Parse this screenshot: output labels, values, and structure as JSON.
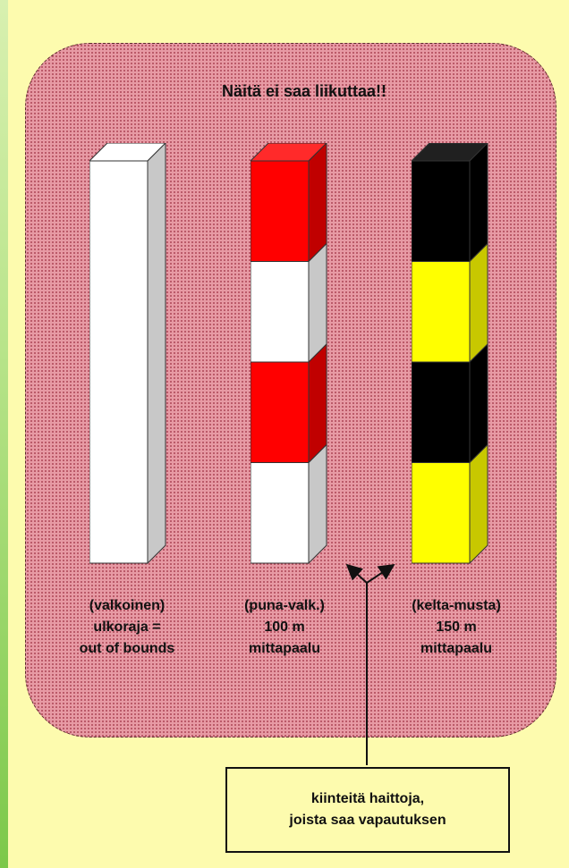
{
  "title": "Näitä ei saa liikuttaa!!",
  "posts": [
    {
      "name": "white-post",
      "colors": {
        "front": [
          "#ffffff"
        ],
        "top": [
          "#ffffff"
        ],
        "side": [
          "#c8c8c8"
        ]
      },
      "segments": 1,
      "label_lines": [
        "(valkoinen)",
        "ulkoraja =",
        "out of bounds"
      ]
    },
    {
      "name": "red-white-post",
      "colors": {
        "front": [
          "#ff0000",
          "#ffffff"
        ],
        "top": [
          "#ff2a2a"
        ],
        "side": [
          "#c00000",
          "#c8c8c8"
        ]
      },
      "segments": 4,
      "label_lines": [
        "(puna-valk.)",
        "100 m",
        "mittapaalu"
      ]
    },
    {
      "name": "yellow-black-post",
      "colors": {
        "front": [
          "#000000",
          "#ffff00"
        ],
        "top": [
          "#202020"
        ],
        "side": [
          "#000000",
          "#c8c800"
        ]
      },
      "segments": 4,
      "label_lines": [
        "(kelta-musta)",
        "150 m",
        "mittapaalu"
      ]
    }
  ],
  "callout": {
    "lines": [
      "kiinteitä haittoja,",
      "joista saa vapautuksen"
    ]
  }
}
